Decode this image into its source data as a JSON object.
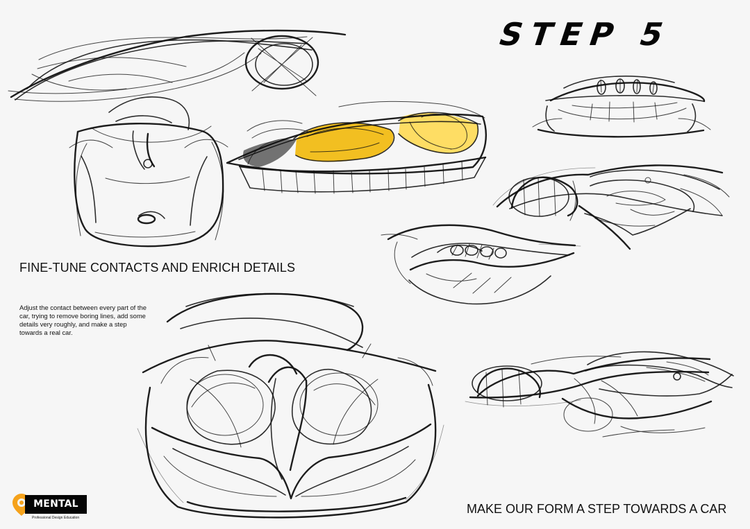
{
  "poster": {
    "step_title": "STEP 5",
    "heading": "FINE-TUNE CONTACTS AND ENRICH DETAILS",
    "description": "Adjust the contact between every part of the car, trying to remove boring lines, add some details very roughly, and make a step towards a real car.",
    "footer_caption": "MAKE OUR FORM A STEP TOWARDS A CAR"
  },
  "brand": {
    "name": "MENTAL",
    "tagline": "Professional Design Education",
    "logo_icon": "orange-pin-icon"
  },
  "colors": {
    "background": "#f6f6f6",
    "ink": "#111111",
    "highlight_yellow": "#f2b90a",
    "logo_orange": "#f5a21b"
  },
  "sketches": [
    {
      "name": "front-view-sketch-top-left",
      "icon": "car-front-sketch-icon"
    },
    {
      "name": "yellow-cockpit-side-sketch",
      "icon": "car-side-sketch-icon"
    },
    {
      "name": "small-rear-sketch",
      "icon": "car-rear-sketch-icon"
    },
    {
      "name": "perspective-side-sketch",
      "icon": "car-perspective-sketch-icon"
    },
    {
      "name": "small-top-perspective-sketch",
      "icon": "car-top-sketch-icon"
    },
    {
      "name": "large-front-sketch",
      "icon": "large-car-front-sketch-icon"
    },
    {
      "name": "long-side-sketch",
      "icon": "car-long-side-sketch-icon"
    }
  ]
}
